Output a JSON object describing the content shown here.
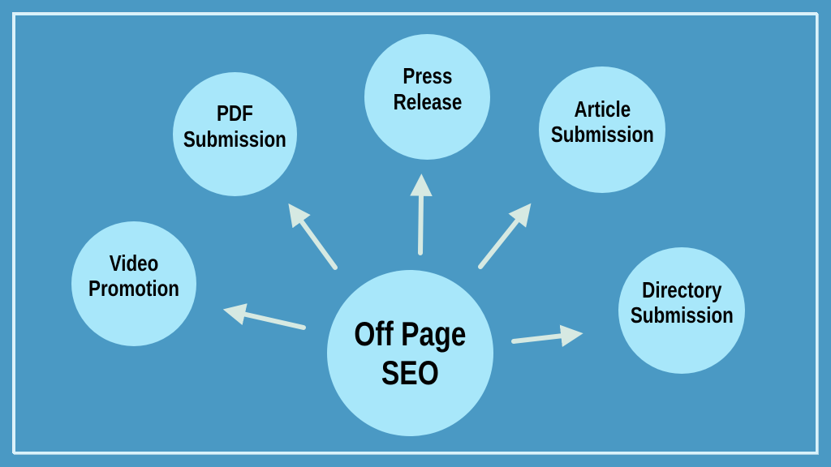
{
  "diagram": {
    "center_node": {
      "id": "off-page-seo",
      "label": "Off Page SEO",
      "lines": [
        "Off Page",
        "SEO"
      ]
    },
    "nodes": [
      {
        "id": "pdf-submission",
        "label": "PDF Submission",
        "lines": [
          "PDF",
          "Submission"
        ]
      },
      {
        "id": "press-release",
        "label": "Press Release",
        "lines": [
          "Press",
          "Release"
        ]
      },
      {
        "id": "article-submission",
        "label": "Article Submission",
        "lines": [
          "Article",
          "Submission"
        ]
      },
      {
        "id": "video-promotion",
        "label": "Video Promotion",
        "lines": [
          "Video",
          "Promotion"
        ]
      },
      {
        "id": "directory-submission",
        "label": "Directory Submission",
        "lines": [
          "Directory",
          "Submission"
        ]
      }
    ],
    "edges": [
      {
        "from": "off-page-seo",
        "to": "pdf-submission"
      },
      {
        "from": "off-page-seo",
        "to": "press-release"
      },
      {
        "from": "off-page-seo",
        "to": "article-submission"
      },
      {
        "from": "off-page-seo",
        "to": "video-promotion"
      },
      {
        "from": "off-page-seo",
        "to": "directory-submission"
      }
    ],
    "colors": {
      "background": "#4a99c4",
      "frame": "#d9f2fb",
      "node_fill": "#a8e7fa",
      "arrow": "#d6e9e2",
      "text": "#000000"
    }
  }
}
